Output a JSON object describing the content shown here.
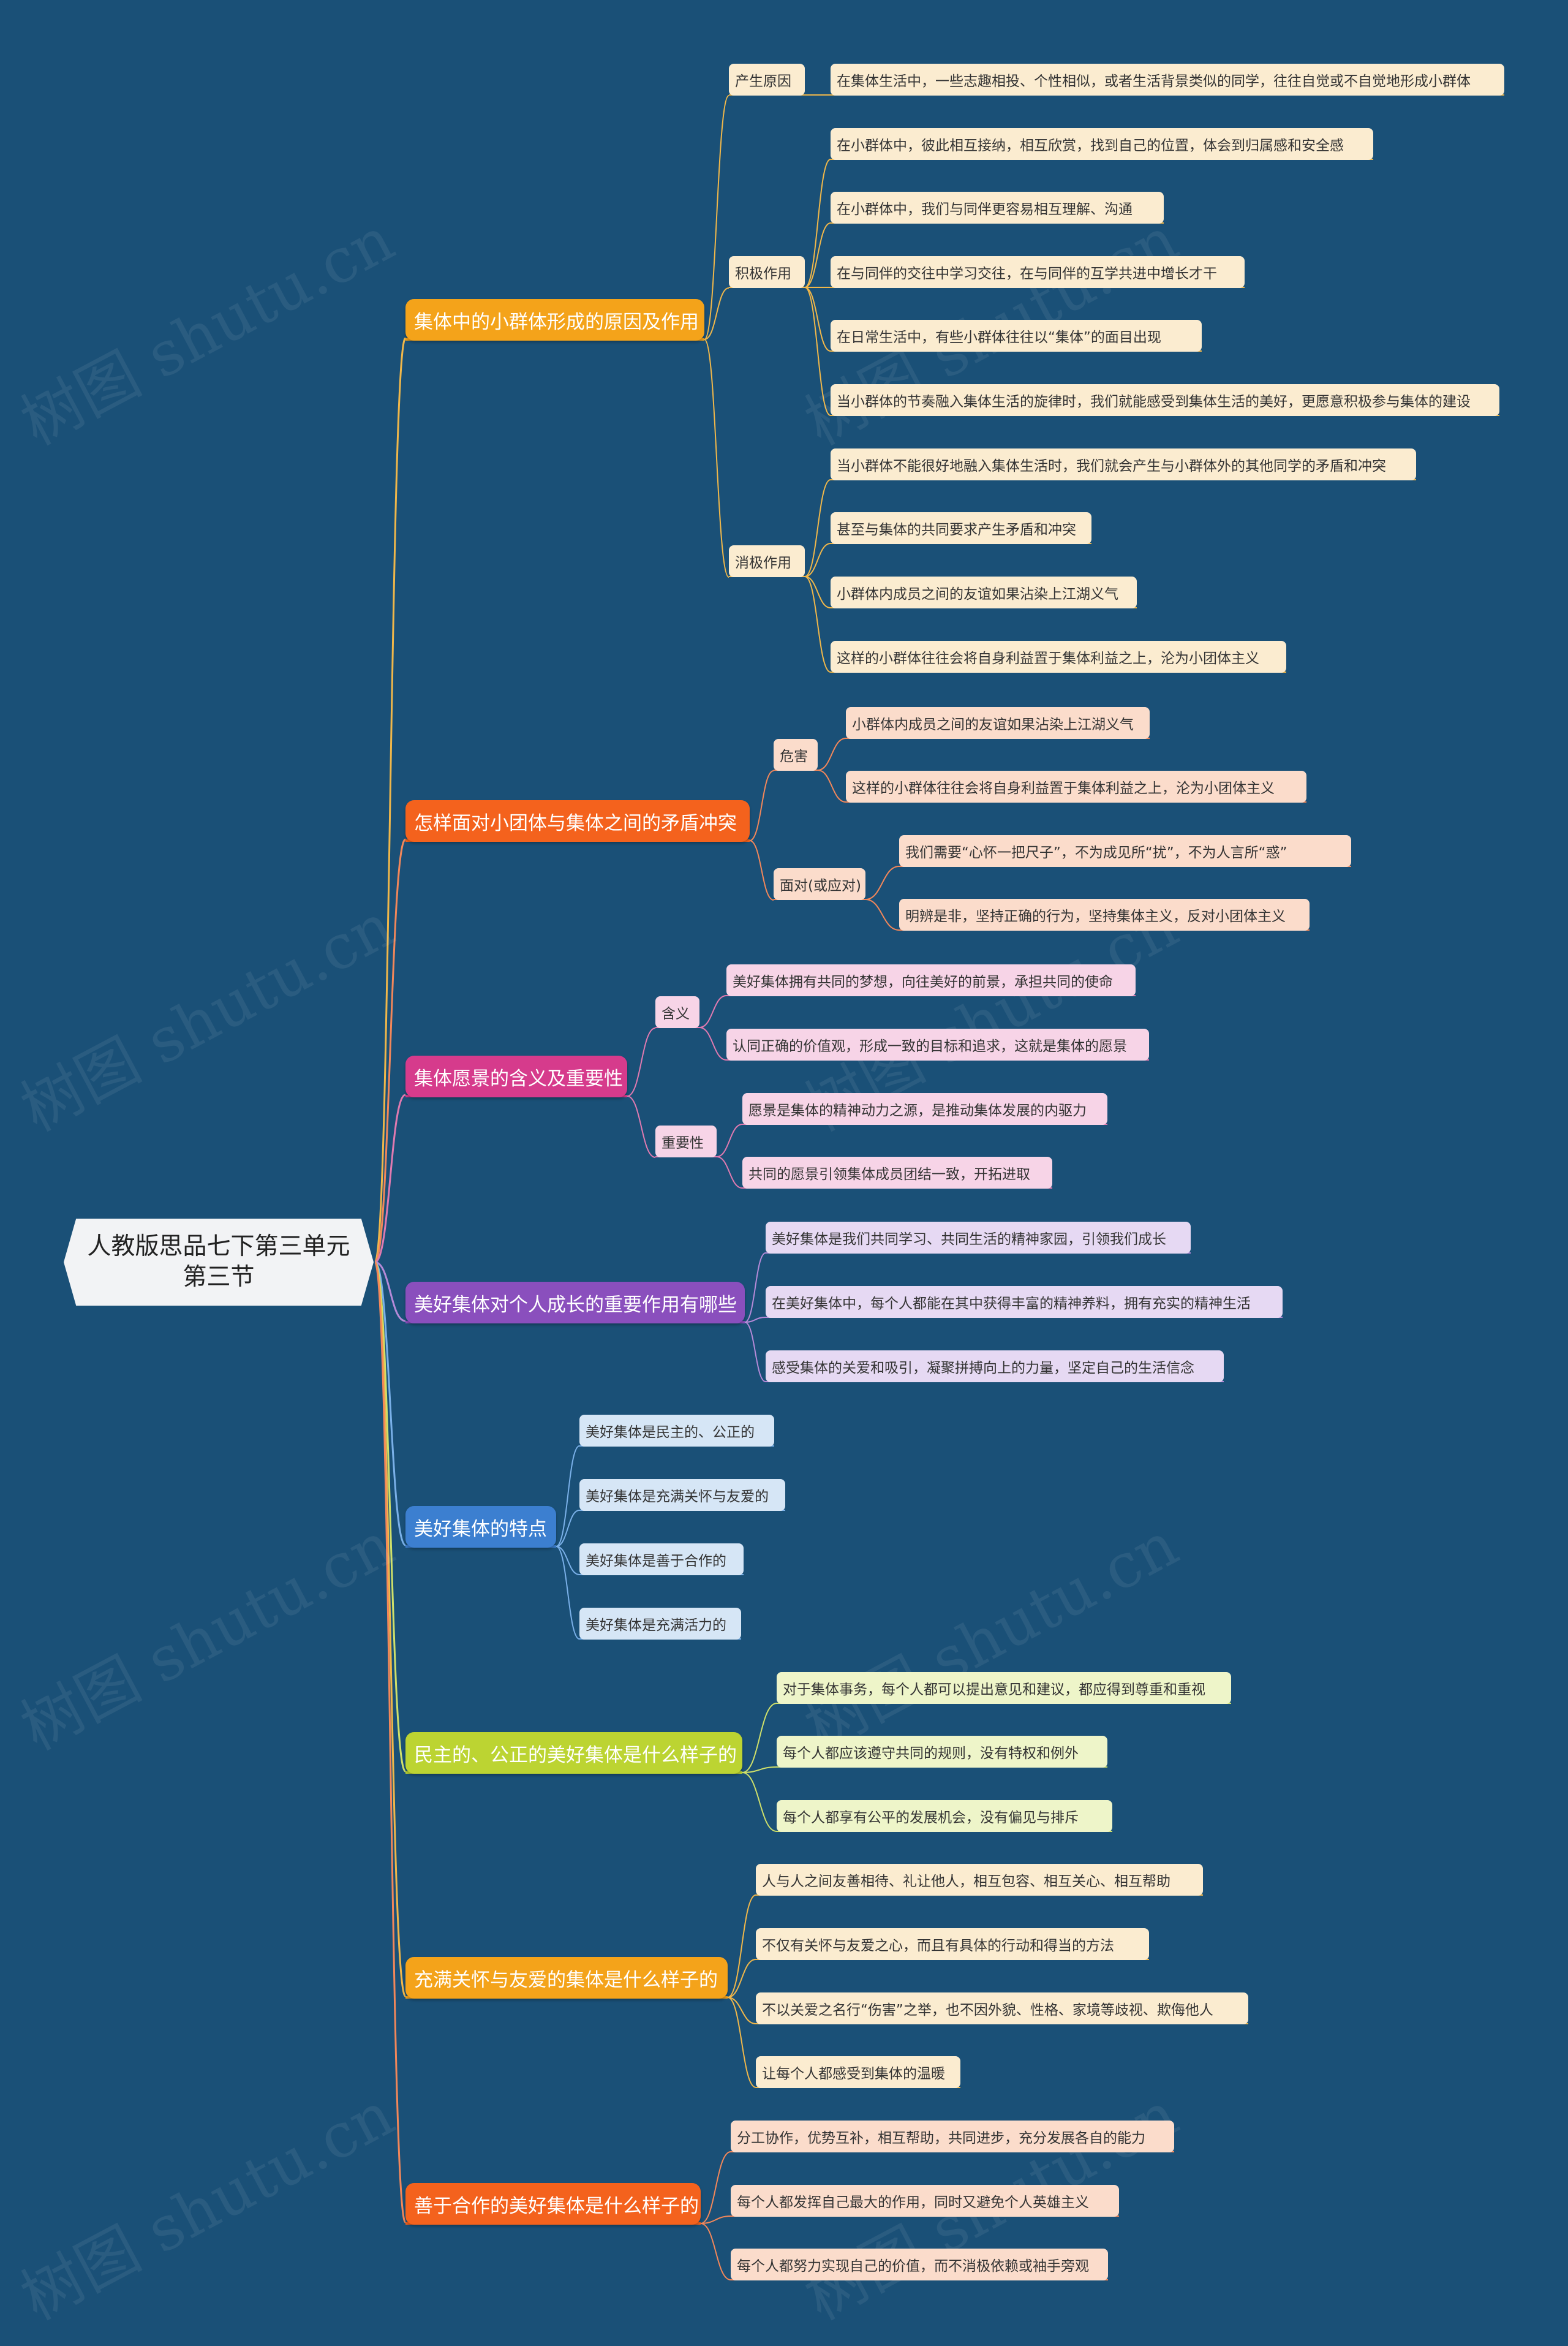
{
  "root": {
    "line1": "人教版思品七下第三单元",
    "line2": "第三节"
  },
  "watermark_text": "树图 shutu.cn",
  "colors": {
    "background": "#1a5077",
    "b1": "#f4a31a",
    "b2": "#f4621d",
    "b3": "#d63b8c",
    "b4": "#8a4fbd",
    "b5": "#3c7fd0",
    "b6": "#bcd432",
    "b7": "#f4a31a",
    "b8": "#f4621d"
  },
  "branches": [
    {
      "label": "集体中的小群体形成的原因及作用",
      "subs": [
        {
          "label": "产生原因",
          "leaves": [
            "在集体生活中，一些志趣相投、个性相似，或者生活背景类似的同学，往往自觉或不自觉地形成小群体"
          ]
        },
        {
          "label": "积极作用",
          "leaves": [
            "在小群体中，彼此相互接纳，相互欣赏，找到自己的位置，体会到归属感和安全感",
            "在小群体中，我们与同伴更容易相互理解、沟通",
            "在与同伴的交往中学习交往，在与同伴的互学共进中增长才干",
            "在日常生活中，有些小群体往往以“集体”的面目出现",
            "当小群体的节奏融入集体生活的旋律时，我们就能感受到集体生活的美好，更愿意积极参与集体的建设"
          ]
        },
        {
          "label": "消极作用",
          "leaves": [
            "当小群体不能很好地融入集体生活时，我们就会产生与小群体外的其他同学的矛盾和冲突",
            "甚至与集体的共同要求产生矛盾和冲突",
            "小群体内成员之间的友谊如果沾染上江湖义气",
            "这样的小群体往往会将自身利益置于集体利益之上，沦为小团体主义"
          ]
        }
      ]
    },
    {
      "label": "怎样面对小团体与集体之间的矛盾冲突",
      "subs": [
        {
          "label": "危害",
          "leaves": [
            "小群体内成员之间的友谊如果沾染上江湖义气",
            "这样的小群体往往会将自身利益置于集体利益之上，沦为小团体主义"
          ]
        },
        {
          "label": "面对(或应对)",
          "leaves": [
            "我们需要“心怀一把尺子”，不为成见所“扰”，不为人言所“惑”",
            "明辨是非，坚持正确的行为，坚持集体主义，反对小团体主义"
          ]
        }
      ]
    },
    {
      "label": "集体愿景的含义及重要性",
      "subs": [
        {
          "label": "含义",
          "leaves": [
            "美好集体拥有共同的梦想，向往美好的前景，承担共同的使命",
            "认同正确的价值观，形成一致的目标和追求，这就是集体的愿景"
          ]
        },
        {
          "label": "重要性",
          "leaves": [
            "愿景是集体的精神动力之源，是推动集体发展的内驱力",
            "共同的愿景引领集体成员团结一致，开拓进取"
          ]
        }
      ]
    },
    {
      "label": "美好集体对个人成长的重要作用有哪些",
      "leaves": [
        "美好集体是我们共同学习、共同生活的精神家园，引领我们成长",
        "在美好集体中，每个人都能在其中获得丰富的精神养料，拥有充实的精神生活",
        "感受集体的关爱和吸引，凝聚拼搏向上的力量，坚定自己的生活信念"
      ]
    },
    {
      "label": "美好集体的特点",
      "leaves": [
        "美好集体是民主的、公正的",
        "美好集体是充满关怀与友爱的",
        "美好集体是善于合作的",
        "美好集体是充满活力的"
      ]
    },
    {
      "label": "民主的、公正的美好集体是什么样子的",
      "leaves": [
        "对于集体事务，每个人都可以提出意见和建议，都应得到尊重和重视",
        "每个人都应该遵守共同的规则，没有特权和例外",
        "每个人都享有公平的发展机会，没有偏见与排斥"
      ]
    },
    {
      "label": "充满关怀与友爱的集体是什么样子的",
      "leaves": [
        "人与人之间友善相待、礼让他人，相互包容、相互关心、相互帮助",
        "不仅有关怀与友爱之心，而且有具体的行动和得当的方法",
        "不以关爱之名行“伤害”之举，也不因外貌、性格、家境等歧视、欺侮他人",
        "让每个人都感受到集体的温暖"
      ]
    },
    {
      "label": "善于合作的美好集体是什么样子的",
      "leaves": [
        "分工协作，优势互补，相互帮助，共同进步，充分发展各自的能力",
        "每个人都发挥自己最大的作用，同时又避免个人英雄主义",
        "每个人都努力实现自己的价值，而不消极依赖或袖手旁观"
      ]
    }
  ]
}
